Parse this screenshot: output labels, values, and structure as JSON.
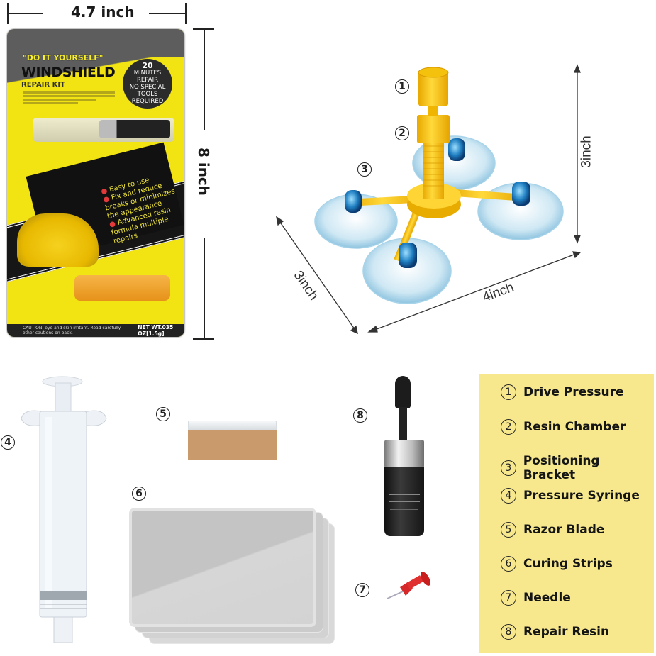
{
  "dimensions": {
    "package_width": "4.7 inch",
    "package_height": "8 inch",
    "bridge_height": "3inch",
    "bridge_depth": "3inch",
    "bridge_width": "4inch"
  },
  "package": {
    "tagline": "\"DO IT YOURSELF\"",
    "title": "WINDSHIELD",
    "subtitle": "REPAIR KIT",
    "badge": {
      "line1": "20",
      "line2": "MINUTES",
      "line3": "REPAIR",
      "line4": "NO SPECIAL TOOLS",
      "line5": "REQUIRED"
    },
    "features": [
      "Easy to use",
      "Fix and reduce breaks or minimizes the appearance",
      "Advanced resin formula multiple repairs"
    ],
    "footer_caution": "CAUTION: eye and skin irritant. Read carefully other cautions on back.",
    "net_weight": "NET WT.035 OZ[1.5g]"
  },
  "callouts": {
    "n1": "1",
    "n2": "2",
    "n3": "3",
    "n4": "4",
    "n5": "5",
    "n6": "6",
    "n7": "7",
    "n8": "8"
  },
  "legend": {
    "items": [
      {
        "num": "1",
        "label": "Drive Pressure"
      },
      {
        "num": "2",
        "label": "Resin Chamber"
      },
      {
        "num": "3",
        "label": "Positioning Bracket"
      },
      {
        "num": "4",
        "label": "Pressure Syringe"
      },
      {
        "num": "5",
        "label": "Razor Blade"
      },
      {
        "num": "6",
        "label": "Curing Strips"
      },
      {
        "num": "7",
        "label": "Needle"
      },
      {
        "num": "8",
        "label": "Repair Resin"
      }
    ]
  },
  "colors": {
    "package_yellow": "#f2e312",
    "package_gray": "#5d5d5d",
    "bridge_yellow": "#f5c518",
    "suction_blue": "#bfe0f0",
    "legend_bg": "#f7e88e",
    "pin_red": "#d62828"
  }
}
